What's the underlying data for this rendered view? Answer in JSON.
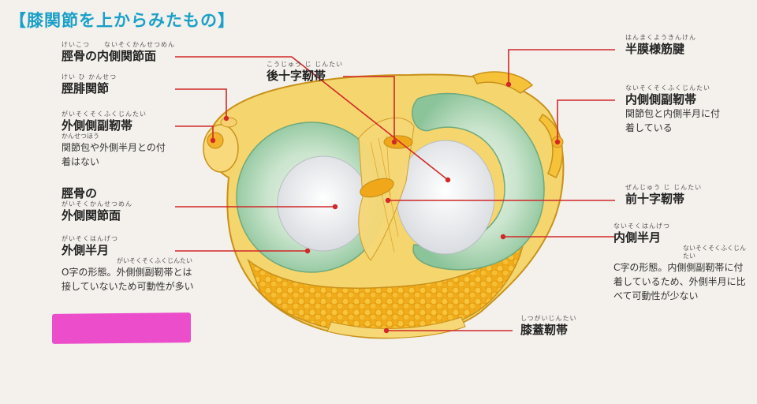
{
  "title": {
    "open": "【",
    "text": "膝関節を上からみたもの",
    "close": "】"
  },
  "labels": {
    "tibia_medial_articular": {
      "ruby": "けいこつ　　ないそくかんせつめん",
      "name": "脛骨の内側関節面"
    },
    "tibiofibular_joint": {
      "ruby": "けい ひ かんせつ",
      "name": "脛腓関節"
    },
    "lateral_collateral_ligament": {
      "ruby": "がいそくそくふくじんたい",
      "name": "外側側副靭帯",
      "desc_ruby": "かんせつほう",
      "desc": "関節包や外側半月との付着はない"
    },
    "tibia_lateral_articular": {
      "name_line1": "脛骨の",
      "ruby": "がいそくかんせつめん",
      "name_line2": "外側関節面"
    },
    "lateral_meniscus": {
      "ruby": "がいそくはんげつ",
      "name": "外側半月",
      "desc_ruby": "がいそくそくふくじんたい",
      "desc": "O字の形態。外側側副靭帯とは接していないため可動性が多い"
    },
    "posterior_cruciate": {
      "ruby": "こうじゅう じ じんたい",
      "name": "後十字靭帯"
    },
    "semimembranosus": {
      "ruby": "はんまくようきんけん",
      "name": "半膜様筋腱"
    },
    "medial_collateral_ligament": {
      "ruby": "ないそくそくふくじんたい",
      "name": "内側側副靭帯",
      "desc": "関節包と内側半月に付着している"
    },
    "anterior_cruciate": {
      "ruby": "ぜんじゅう じ じんたい",
      "name": "前十字靭帯"
    },
    "medial_meniscus": {
      "ruby": "ないそくはんげつ",
      "name": "内側半月",
      "desc_ruby": "ないそくそくふくじんたい",
      "desc": "C字の形態。内側側副靭帯に付着しているため、外側半月に比べて可動性が少ない"
    },
    "patellar_ligament": {
      "ruby": "しつがいじんたい",
      "name": "膝蓋靭帯"
    }
  },
  "colors": {
    "title": "#1aa0c8",
    "leader_line": "#d02828",
    "meniscus": "#b9ddbf",
    "joint_fat": "#f2b41e",
    "ligament": "#f6d36a",
    "highlight_marker": "#e93fc8"
  }
}
